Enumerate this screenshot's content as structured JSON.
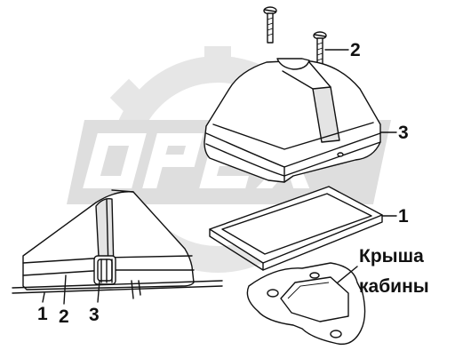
{
  "watermark": {
    "text": "OPEX",
    "color": "#c9c9c9"
  },
  "callouts": {
    "top_bolt": "2",
    "top_cover": "3",
    "top_gasket": "1",
    "bottom_gasket": "1",
    "bottom_bolt": "2",
    "bottom_clip": "3"
  },
  "caption": {
    "line1": "Крыша",
    "line2": "кабины"
  }
}
